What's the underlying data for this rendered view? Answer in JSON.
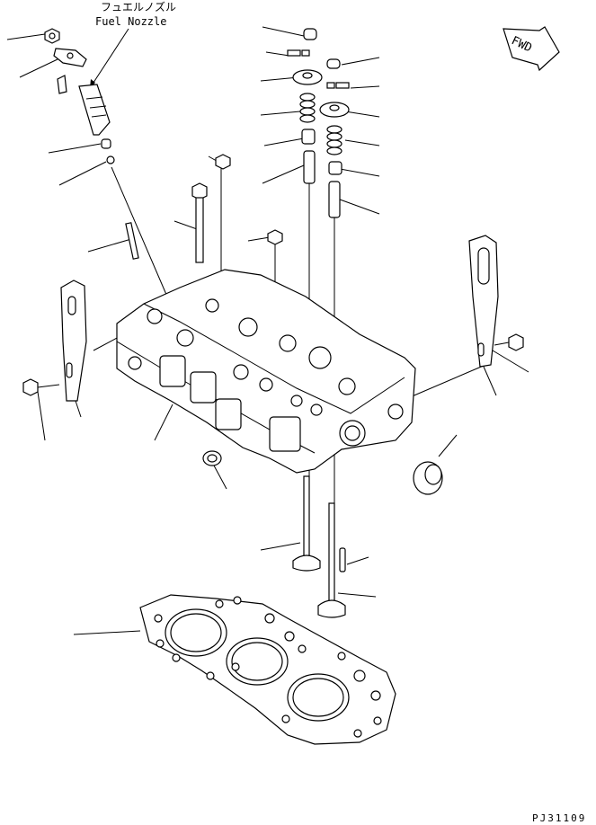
{
  "labels": {
    "fuel_nozzle_jp": "フュエルノズル",
    "fuel_nozzle_en": "Fuel Nozzle",
    "fwd_arrow": "FWD",
    "drawing_number": "PJ31109"
  }
}
